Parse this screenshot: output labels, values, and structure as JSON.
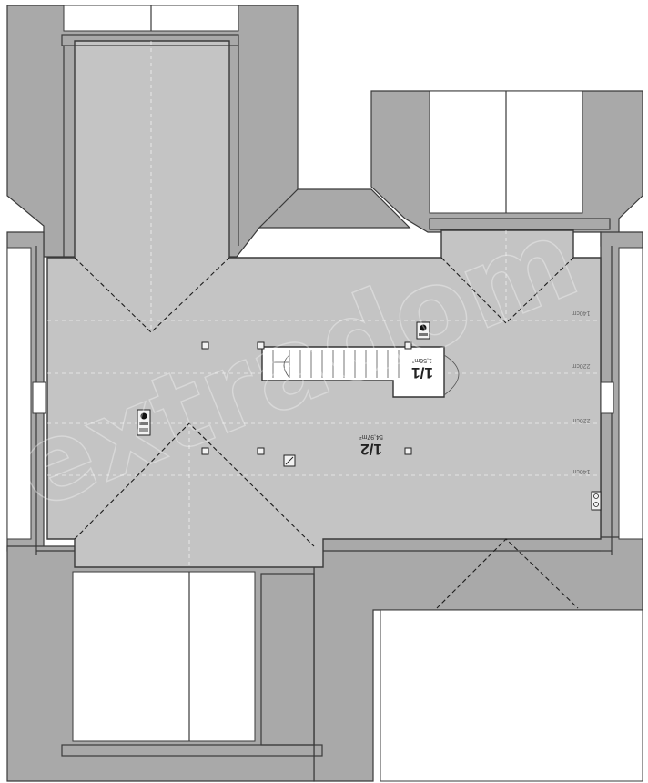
{
  "watermark": "extradom",
  "rooms": [
    {
      "id": "stair-room",
      "number": "1/1",
      "area": "1,56m²"
    },
    {
      "id": "attic-room",
      "number": "1/2",
      "area": "54,97m²"
    }
  ],
  "dimensions": [
    "140cm",
    "220cm",
    "220cm",
    "140cm"
  ],
  "icons": [
    "chimney-icon",
    "vent-icon",
    "column-icon",
    "electrical-outlet-icon"
  ]
}
